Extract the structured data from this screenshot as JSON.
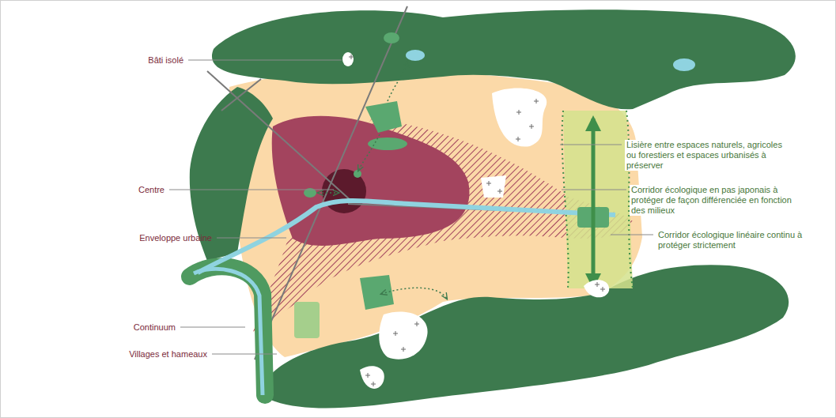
{
  "diagram": {
    "labels": [
      "Bâti isolé",
      "Centre",
      "Enveloppe urbaine",
      "Continuum",
      "Villages et hameaux",
      "Lisière entre espaces naturels, agricoles ou forestiers et espaces urbanisés à préserver",
      "Corridor écologique en pas japonais à protéger de façon différenciée en fonction des milieux",
      "Corridor écologique linéaire continu à protéger strictement"
    ]
  }
}
